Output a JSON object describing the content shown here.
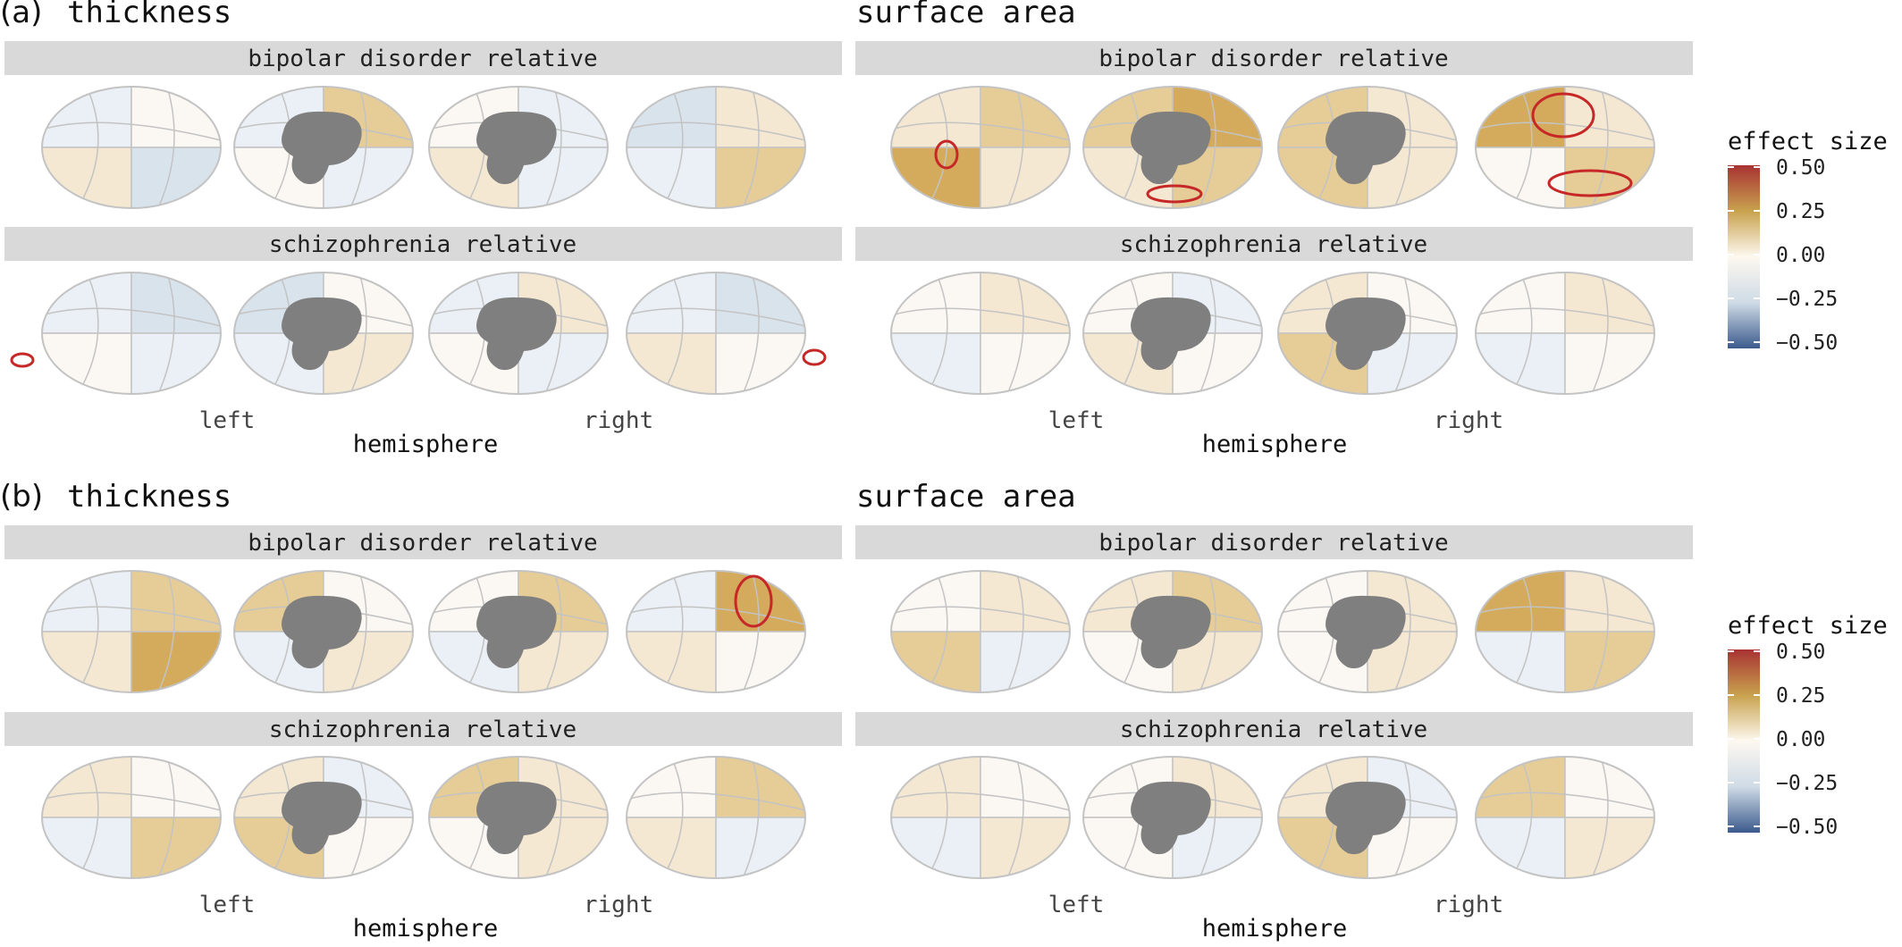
{
  "panels": [
    {
      "label": "(a)",
      "thickness_title": "thickness",
      "area_title": "surface area"
    },
    {
      "label": "(b)",
      "thickness_title": "thickness",
      "area_title": "surface area"
    }
  ],
  "facets": {
    "top": "bipolar disorder relative",
    "bottom": "schizophrenia relative"
  },
  "axis": {
    "left": "left",
    "right": "right",
    "title": "hemisphere"
  },
  "legend": {
    "title": "effect size",
    "ticks": [
      "0.50",
      "0.25",
      "0.00",
      "−0.25",
      "−0.50"
    ],
    "colors": [
      "#a83232",
      "#c8a24e",
      "#fdf8f0",
      "#cfdbe6",
      "#3b5a8c"
    ]
  },
  "colors": {
    "strip": "#d9d9d9",
    "medial_wall": "#7f7f7f",
    "outline": "#c3c3c3",
    "highlight": "#c62828",
    "pos_strong": "#d4ab5c",
    "pos_mid": "#e6cc96",
    "pos_light": "#f4e8d2",
    "neutral": "#fbf8f3",
    "neg_light": "#eaf0f5",
    "neg_mid": "#d9e3ec"
  }
}
